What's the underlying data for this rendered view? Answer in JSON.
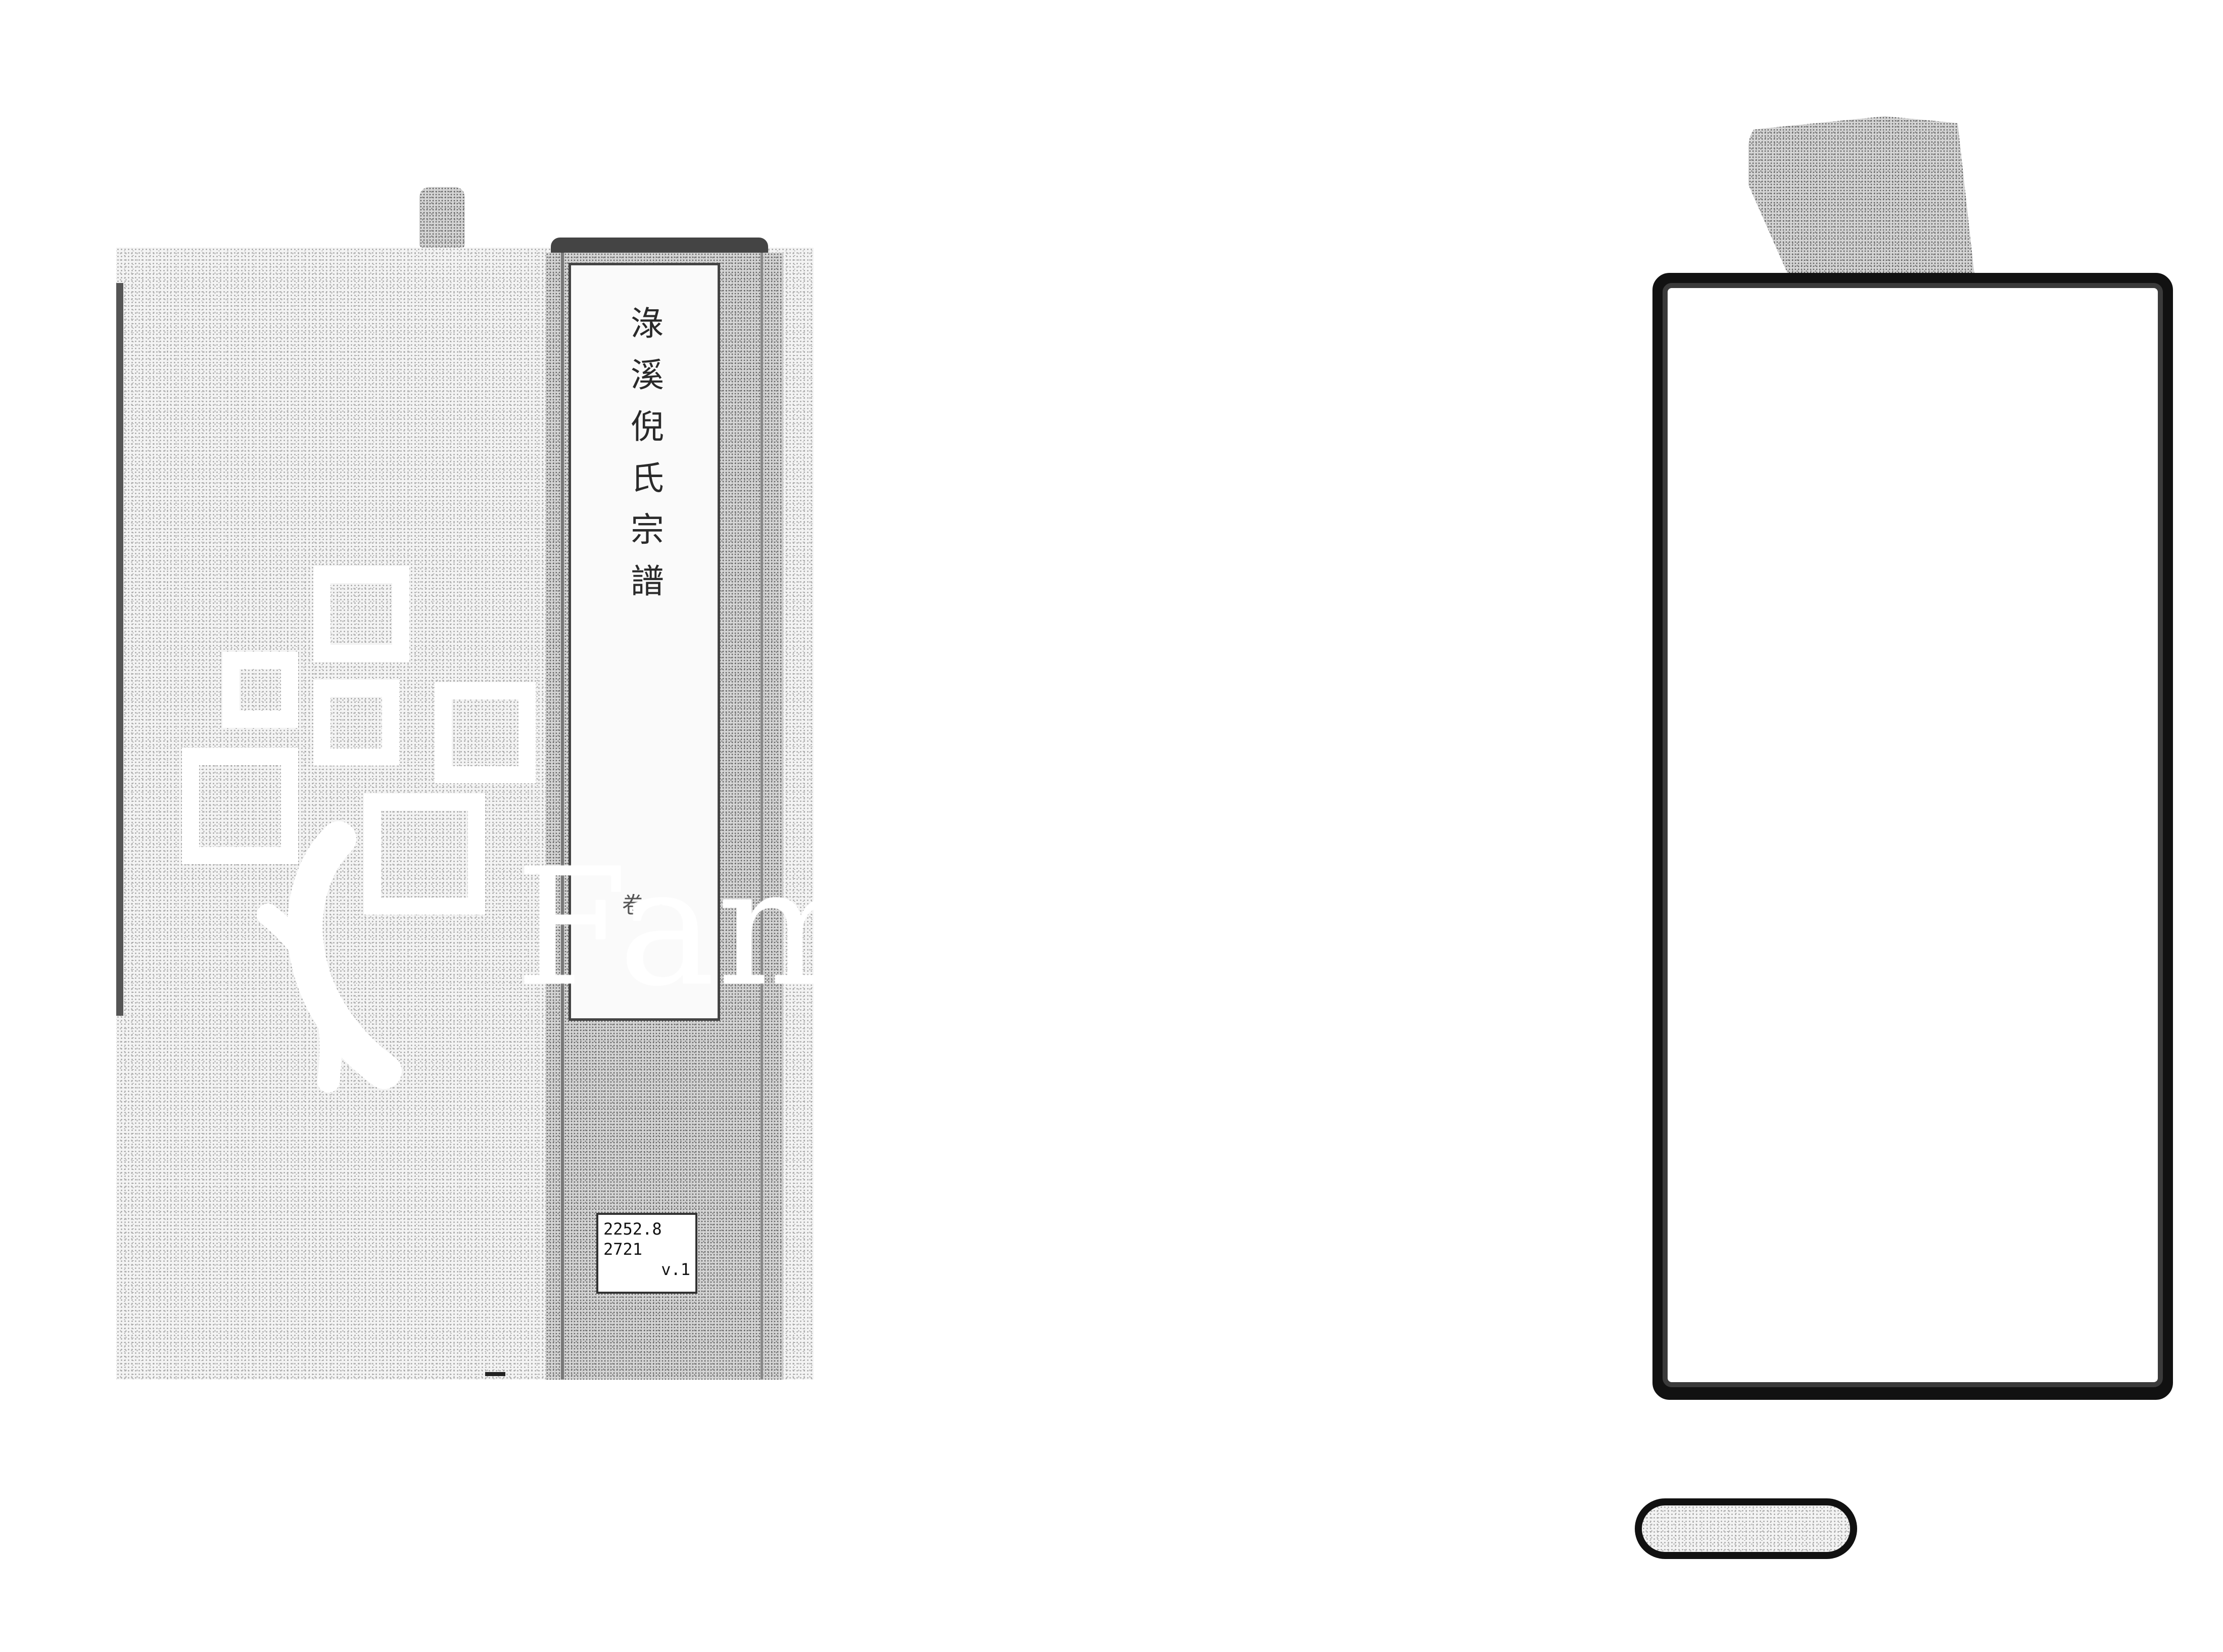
{
  "cover": {
    "title_characters": [
      "淥",
      "溪",
      "倪",
      "氏",
      "宗",
      "譜"
    ],
    "volume_mark": "卷一",
    "call_number": [
      "2252.8",
      "2721",
      "v.1"
    ]
  },
  "watermark": {
    "text": "FamilySearch",
    "color": "#ffffff"
  },
  "colors": {
    "ink": "#111111",
    "paper": "#f3f3f3",
    "background": "#ffffff"
  }
}
